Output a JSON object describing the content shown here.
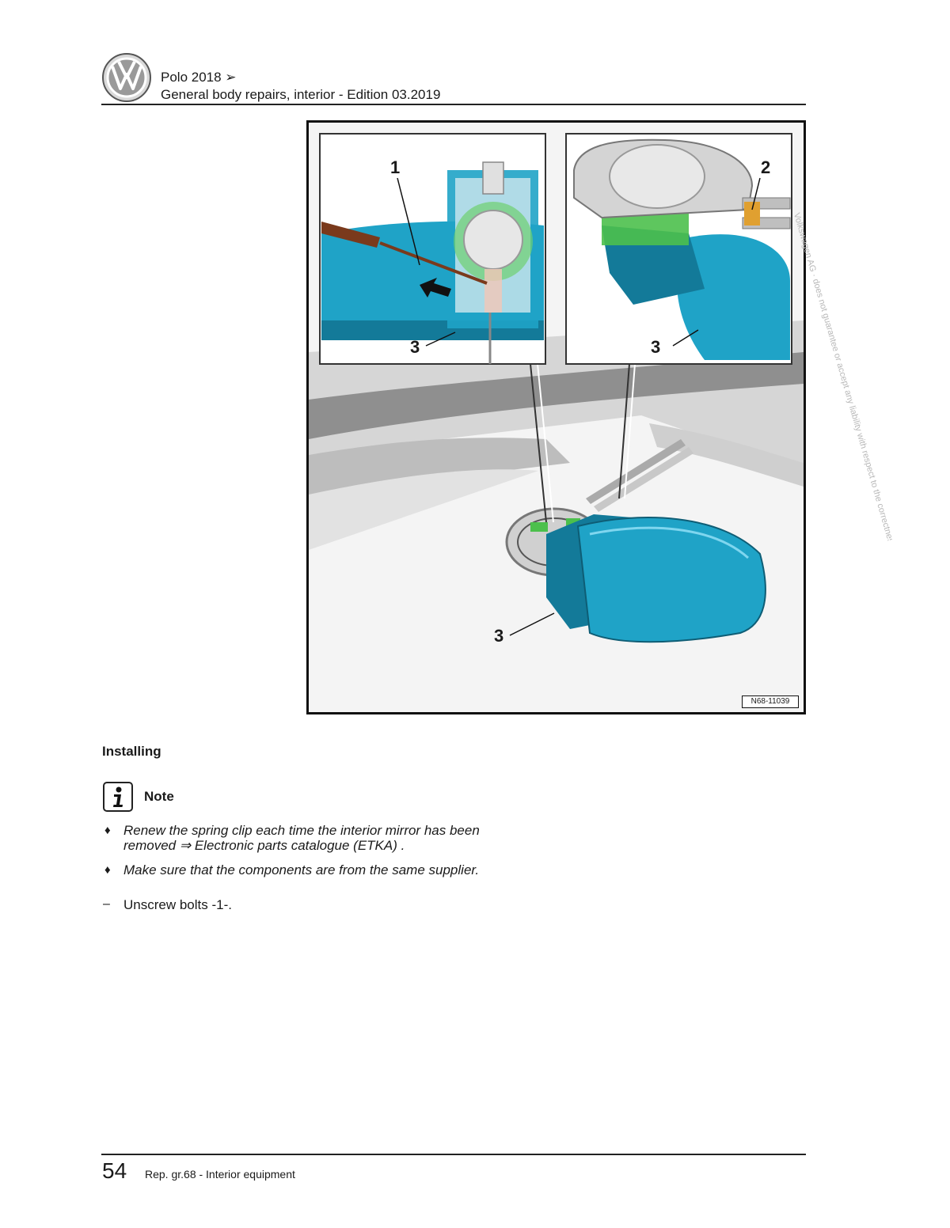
{
  "header": {
    "model_line": "Polo 2018 ➢",
    "manual_title": "General body repairs, interior - Edition 03.2019"
  },
  "figure": {
    "callouts": {
      "one": "1",
      "two": "2",
      "three": "3"
    },
    "figure_id": "N68-11039",
    "watermark_text": "Volkswagen AG · does not guarantee or accept any liability with respect to the correctness of information in this document"
  },
  "content": {
    "section_heading": "Installing",
    "note_label": "Note",
    "bullets": [
      {
        "line1": "Renew the spring clip each time the interior mirror has been",
        "line2": "removed ⇒  Electronic parts catalogue (ETKA) ."
      },
      {
        "line1": "Make sure that the components are from the same supplier."
      }
    ],
    "bullet_symbol": "♦",
    "step_dash": "–",
    "step": "Unscrew bolts -1-."
  },
  "footer": {
    "page_number": "54",
    "chapter": "Rep. gr.68 - Interior equipment"
  },
  "colors": {
    "part_blue": "#1fa3c7",
    "part_blue_dark": "#137a99",
    "clip_green": "#4cc04c",
    "tool_brown": "#7a3a1c"
  }
}
